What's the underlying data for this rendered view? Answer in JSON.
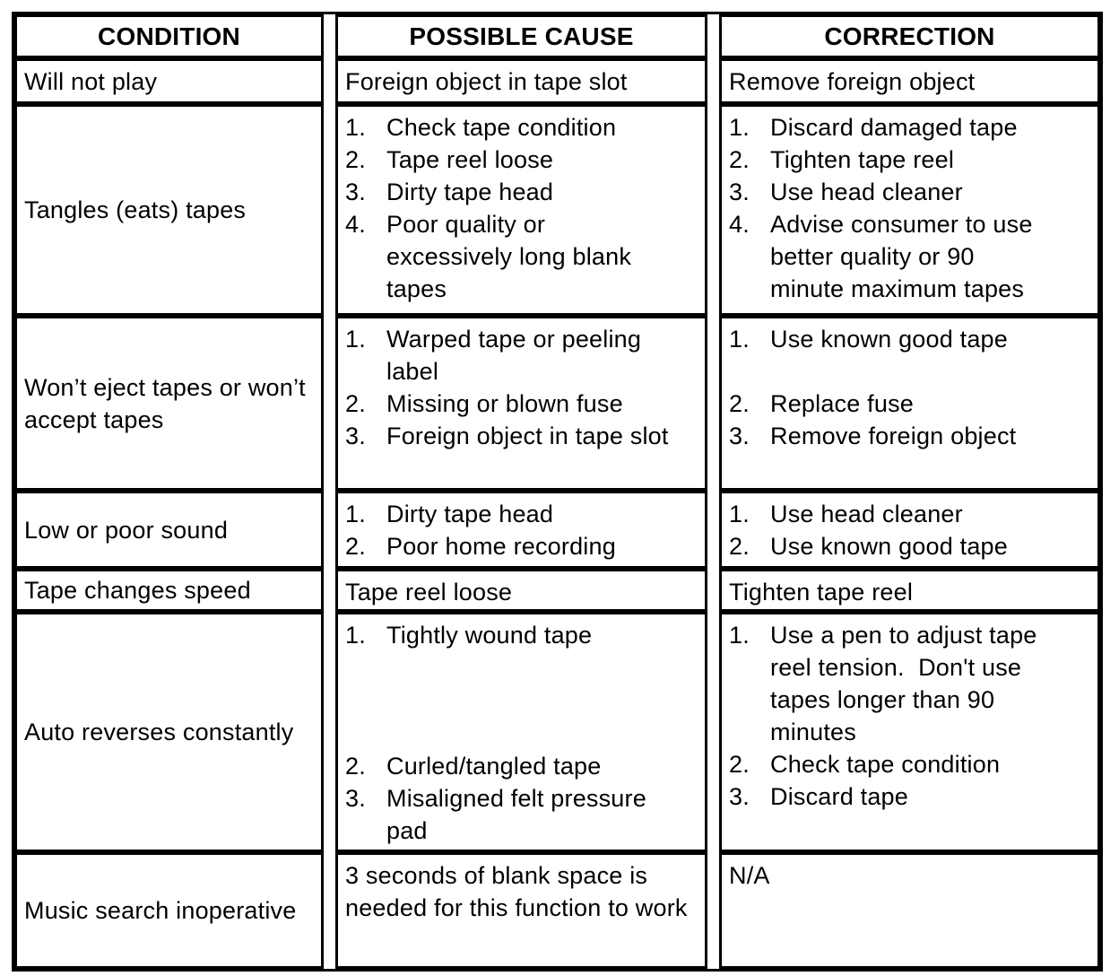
{
  "header": {
    "condition": "CONDITION",
    "cause": "POSSIBLE CAUSE",
    "correction": "CORRECTION"
  },
  "rows": [
    {
      "condition": "Will not play",
      "cause_text": "Foreign object in tape slot",
      "correction_text": "Remove foreign object"
    },
    {
      "condition": "Tangles (eats) tapes",
      "cause_items": [
        {
          "num": "1.",
          "text": "Check tape condition"
        },
        {
          "num": "2.",
          "text": "Tape reel loose"
        },
        {
          "num": "3.",
          "text": "Dirty tape head"
        },
        {
          "num": "4.",
          "text": "Poor quality or excessively long blank tapes"
        }
      ],
      "correction_items": [
        {
          "num": "1.",
          "text": "Discard damaged tape"
        },
        {
          "num": "2.",
          "text": "Tighten tape reel"
        },
        {
          "num": "3.",
          "text": "Use head cleaner"
        },
        {
          "num": "4.",
          "text": "Advise consumer to use better quality or 90 minute maximum tapes"
        }
      ]
    },
    {
      "condition": "Won’t eject tapes or won’t accept tapes",
      "cause_items": [
        {
          "num": "1.",
          "text": "Warped tape or peeling label"
        },
        {
          "num": "2.",
          "text": "Missing or blown fuse"
        },
        {
          "num": "3.",
          "text": "Foreign object in tape slot"
        }
      ],
      "correction_items": [
        {
          "num": "1.",
          "text": "Use known good tape"
        },
        {
          "num": "2.",
          "text": "Replace fuse"
        },
        {
          "num": "3.",
          "text": "Remove foreign object"
        }
      ]
    },
    {
      "condition": "Low or poor sound",
      "cause_items": [
        {
          "num": "1.",
          "text": "Dirty tape head"
        },
        {
          "num": "2.",
          "text": "Poor home recording"
        }
      ],
      "correction_items": [
        {
          "num": "1.",
          "text": "Use head cleaner"
        },
        {
          "num": "2.",
          "text": "Use known good tape"
        }
      ]
    },
    {
      "condition": "Tape changes speed",
      "cause_text": "Tape reel loose",
      "correction_text": "Tighten tape reel"
    },
    {
      "condition": "Auto reverses constantly",
      "cause_items": [
        {
          "num": "1.",
          "text": "Tightly wound tape"
        },
        {
          "num": "2.",
          "text": "Curled/tangled tape"
        },
        {
          "num": "3.",
          "text": "Misaligned felt pressure pad"
        }
      ],
      "correction_items": [
        {
          "num": "1.",
          "text": "Use a pen to adjust tape reel tension.  Don't use tapes longer than 90 minutes"
        },
        {
          "num": "2.",
          "text": "Check tape condition"
        },
        {
          "num": "3.",
          "text": "Discard tape"
        }
      ]
    },
    {
      "condition": "Music search inoperative",
      "cause_text": "3 seconds of blank space is needed for this function to work",
      "correction_text": "N/A"
    }
  ]
}
